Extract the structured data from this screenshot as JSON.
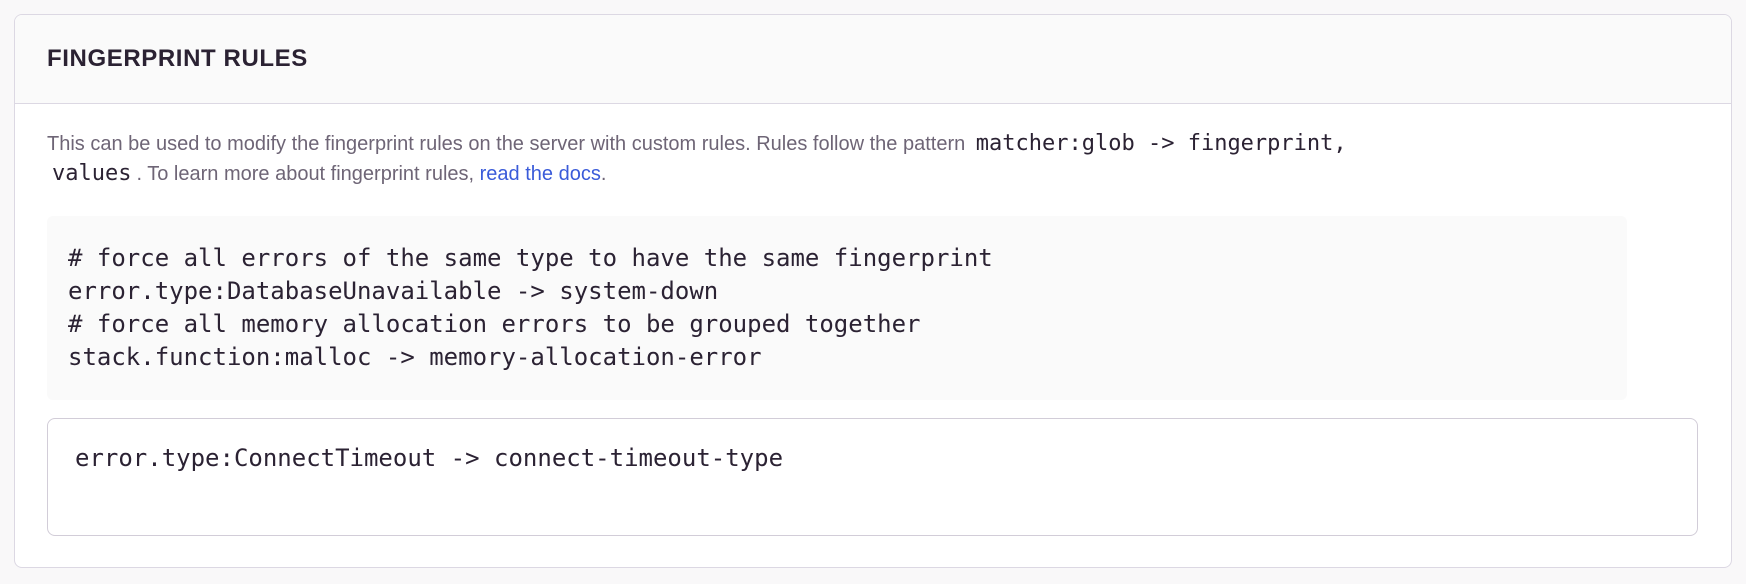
{
  "panel": {
    "title": "FINGERPRINT RULES"
  },
  "description": {
    "segments": [
      {
        "type": "text",
        "text": "This can be used to modify the fingerprint rules on the server with custom rules. Rules follow the pattern "
      },
      {
        "type": "code",
        "text": "matcher:glob -> fingerprint,"
      },
      {
        "type": "break"
      },
      {
        "type": "code",
        "text": "values"
      },
      {
        "type": "text",
        "text": ". To learn more about fingerprint rules, "
      },
      {
        "type": "link",
        "text": "read the docs"
      },
      {
        "type": "text",
        "text": "."
      }
    ]
  },
  "code_example": {
    "lines": [
      "# force all errors of the same type to have the same fingerprint",
      "error.type:DatabaseUnavailable -> system-down",
      "# force all memory allocation errors to be grouped together",
      "stack.function:malloc -> memory-allocation-error"
    ]
  },
  "editor": {
    "value": "error.type:ConnectTimeout -> connect-timeout-type"
  },
  "colors": {
    "heading_text": "#2b2233",
    "body_text": "#6e6576",
    "link": "#3a5bd9",
    "code_text": "#2b2233",
    "code_background": "#fafafa",
    "panel_border": "#dcd8e3",
    "textarea_border": "#d2cdd8",
    "page_background": "#f9f8f9"
  }
}
